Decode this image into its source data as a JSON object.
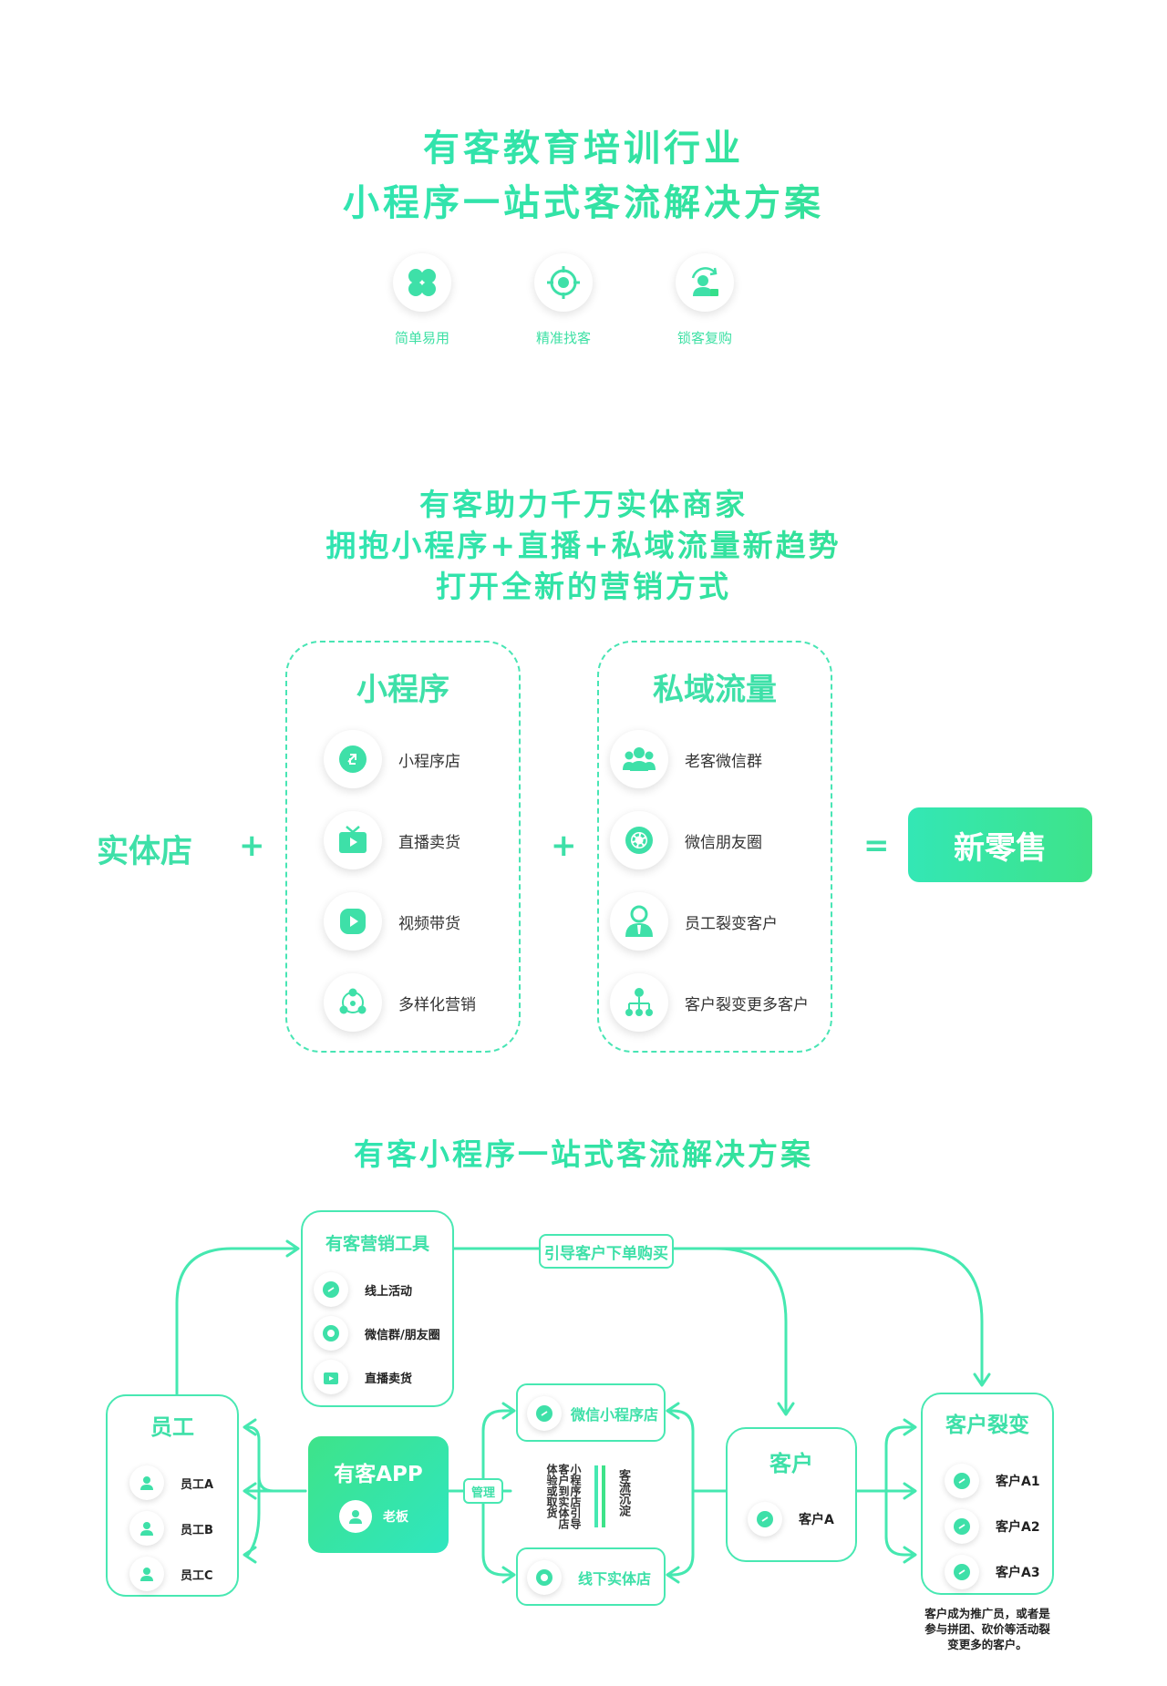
{
  "header": {
    "title_line1": "有客教育培训行业",
    "title_line2": "小程序一站式客流解决方案",
    "features": [
      {
        "icon": "clover-icon",
        "label": "简单易用"
      },
      {
        "icon": "target-icon",
        "label": "精准找客"
      },
      {
        "icon": "user-lock-icon",
        "label": "锁客复购"
      }
    ]
  },
  "section2": {
    "line1": "有客助力千万实体商家",
    "line2": "拥抱小程序+直播+私域流量新趋势",
    "line3": "打开全新的营销方式",
    "store_label": "实体店",
    "plus1": "+",
    "plus2": "+",
    "equals": "=",
    "result_label": "新零售",
    "mini_program": {
      "title": "小程序",
      "items": [
        {
          "icon": "link-icon",
          "label": "小程序店"
        },
        {
          "icon": "tv-icon",
          "label": "直播卖货"
        },
        {
          "icon": "play-icon",
          "label": "视频带货"
        },
        {
          "icon": "share-icon",
          "label": "多样化营销"
        }
      ]
    },
    "private_traffic": {
      "title": "私域流量",
      "items": [
        {
          "icon": "group-icon",
          "label": "老客微信群"
        },
        {
          "icon": "aperture-icon",
          "label": "微信朋友圈"
        },
        {
          "icon": "staff-icon",
          "label": "员工裂变客户"
        },
        {
          "icon": "tree-icon",
          "label": "客户裂变更多客户"
        }
      ]
    }
  },
  "flow": {
    "title": "有客小程序一站式客流解决方案",
    "tools": {
      "title": "有客营销工具",
      "items": [
        "线上活动",
        "微信群/朋友圈",
        "直播卖货"
      ]
    },
    "guide_label": "引导客户下单购买",
    "staff": {
      "title": "员工",
      "items": [
        "员工A",
        "员工B",
        "员工C"
      ]
    },
    "app": {
      "title": "有客APP",
      "boss": "老板"
    },
    "manage_label": "管理",
    "wechat_store": "微信小程序店",
    "offline_store": "线下实体店",
    "mid_text_a": "小程序店引导",
    "mid_text_b": "客户到实体店",
    "mid_text_c": "体验或取货",
    "deposit_text": "客流沉淀",
    "customer": {
      "title": "客户",
      "item": "客户A"
    },
    "fission": {
      "title": "客户裂变",
      "items": [
        "客户A1",
        "客户A2",
        "客户A3"
      ]
    },
    "note_line1": "客户成为推广员，或者是",
    "note_line2": "参与拼团、砍价等活动裂",
    "note_line3": "变更多的客户。"
  },
  "colors": {
    "accent": "#3ee0a8",
    "accent_light": "#2fe6c0",
    "accent_green": "#3ee389"
  }
}
